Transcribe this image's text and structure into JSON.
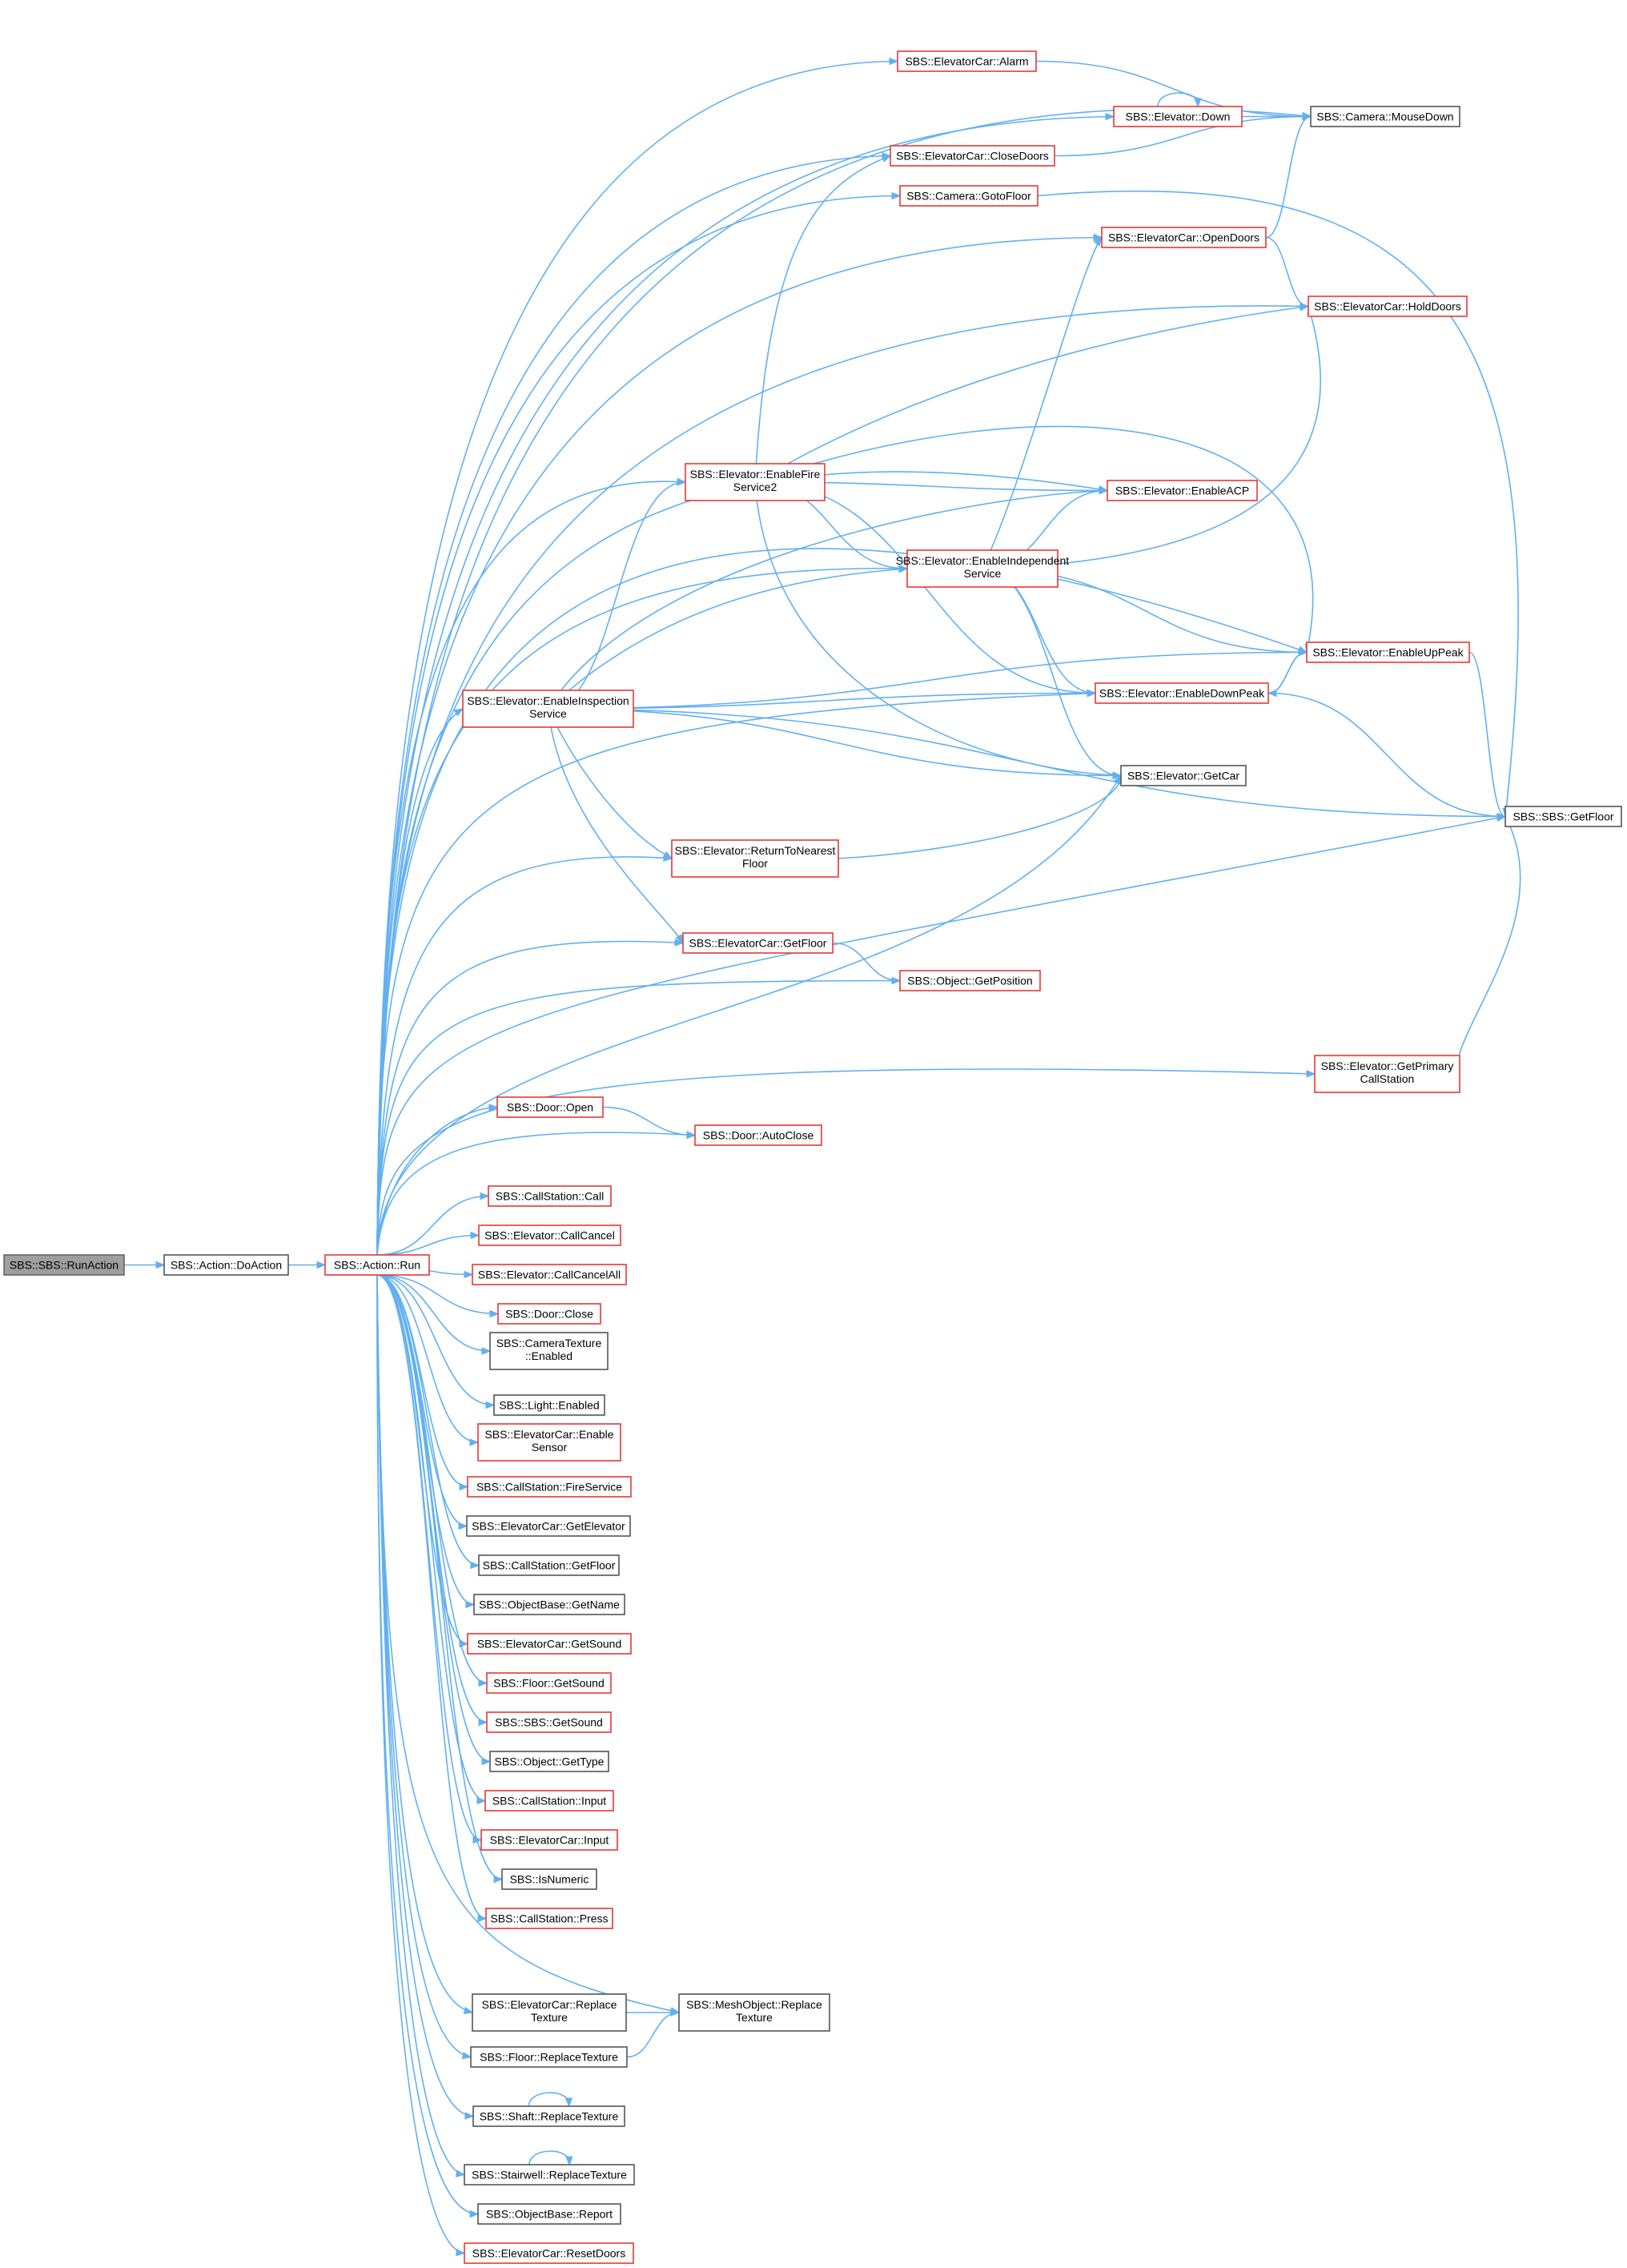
{
  "nodes": [
    {
      "id": "runaction",
      "lines": [
        "SBS::SBS::RunAction"
      ],
      "style": "root"
    },
    {
      "id": "doaction",
      "lines": [
        "SBS::Action::DoAction"
      ],
      "style": "black"
    },
    {
      "id": "run",
      "lines": [
        "SBS::Action::Run"
      ],
      "style": "red"
    },
    {
      "id": "alarm",
      "lines": [
        "SBS::ElevatorCar::Alarm"
      ],
      "style": "red"
    },
    {
      "id": "down",
      "lines": [
        "SBS::Elevator::Down"
      ],
      "style": "red"
    },
    {
      "id": "mousedown",
      "lines": [
        "SBS::Camera::MouseDown"
      ],
      "style": "black"
    },
    {
      "id": "closedoors",
      "lines": [
        "SBS::ElevatorCar::CloseDoors"
      ],
      "style": "red"
    },
    {
      "id": "gotofloor",
      "lines": [
        "SBS::Camera::GotoFloor"
      ],
      "style": "red"
    },
    {
      "id": "opendoors",
      "lines": [
        "SBS::ElevatorCar::OpenDoors"
      ],
      "style": "red"
    },
    {
      "id": "holddoors",
      "lines": [
        "SBS::ElevatorCar::HoldDoors"
      ],
      "style": "red"
    },
    {
      "id": "enablefire",
      "lines": [
        "SBS::Elevator::EnableFire",
        "Service2"
      ],
      "style": "red"
    },
    {
      "id": "enableacp",
      "lines": [
        "SBS::Elevator::EnableACP"
      ],
      "style": "red"
    },
    {
      "id": "enableindep",
      "lines": [
        "SBS::Elevator::EnableIndependent",
        "Service"
      ],
      "style": "red"
    },
    {
      "id": "enableuppeak",
      "lines": [
        "SBS::Elevator::EnableUpPeak"
      ],
      "style": "red"
    },
    {
      "id": "enableinspection",
      "lines": [
        "SBS::Elevator::EnableInspection",
        "Service"
      ],
      "style": "red"
    },
    {
      "id": "enabledownpeak",
      "lines": [
        "SBS::Elevator::EnableDownPeak"
      ],
      "style": "red"
    },
    {
      "id": "getcar",
      "lines": [
        "SBS::Elevator::GetCar"
      ],
      "style": "black"
    },
    {
      "id": "sbsgetfloor",
      "lines": [
        "SBS::SBS::GetFloor"
      ],
      "style": "black"
    },
    {
      "id": "returnnearest",
      "lines": [
        "SBS::Elevator::ReturnToNearest",
        "Floor"
      ],
      "style": "red"
    },
    {
      "id": "cargetfloor",
      "lines": [
        "SBS::ElevatorCar::GetFloor"
      ],
      "style": "red"
    },
    {
      "id": "getposition",
      "lines": [
        "SBS::Object::GetPosition"
      ],
      "style": "red"
    },
    {
      "id": "getprimary",
      "lines": [
        "SBS::Elevator::GetPrimary",
        "CallStation"
      ],
      "style": "red"
    },
    {
      "id": "dooropen",
      "lines": [
        "SBS::Door::Open"
      ],
      "style": "red"
    },
    {
      "id": "autoclose",
      "lines": [
        "SBS::Door::AutoClose"
      ],
      "style": "red"
    },
    {
      "id": "csCall",
      "lines": [
        "SBS::CallStation::Call"
      ],
      "style": "red"
    },
    {
      "id": "callcancel",
      "lines": [
        "SBS::Elevator::CallCancel"
      ],
      "style": "red"
    },
    {
      "id": "callcancelall",
      "lines": [
        "SBS::Elevator::CallCancelAll"
      ],
      "style": "red"
    },
    {
      "id": "doorclose",
      "lines": [
        "SBS::Door::Close"
      ],
      "style": "red"
    },
    {
      "id": "camtex",
      "lines": [
        "SBS::CameraTexture",
        "::Enabled"
      ],
      "style": "black"
    },
    {
      "id": "lightenabled",
      "lines": [
        "SBS::Light::Enabled"
      ],
      "style": "black"
    },
    {
      "id": "enablesensor",
      "lines": [
        "SBS::ElevatorCar::Enable",
        "Sensor"
      ],
      "style": "red"
    },
    {
      "id": "fireservice",
      "lines": [
        "SBS::CallStation::FireService"
      ],
      "style": "red"
    },
    {
      "id": "getelevator",
      "lines": [
        "SBS::ElevatorCar::GetElevator"
      ],
      "style": "black"
    },
    {
      "id": "csgetfloor",
      "lines": [
        "SBS::CallStation::GetFloor"
      ],
      "style": "black"
    },
    {
      "id": "getname",
      "lines": [
        "SBS::ObjectBase::GetName"
      ],
      "style": "black"
    },
    {
      "id": "cargetsound",
      "lines": [
        "SBS::ElevatorCar::GetSound"
      ],
      "style": "red"
    },
    {
      "id": "floorgetsound",
      "lines": [
        "SBS::Floor::GetSound"
      ],
      "style": "red"
    },
    {
      "id": "sbsgetsound",
      "lines": [
        "SBS::SBS::GetSound"
      ],
      "style": "red"
    },
    {
      "id": "gettype",
      "lines": [
        "SBS::Object::GetType"
      ],
      "style": "black"
    },
    {
      "id": "csinput",
      "lines": [
        "SBS::CallStation::Input"
      ],
      "style": "red"
    },
    {
      "id": "carinput",
      "lines": [
        "SBS::ElevatorCar::Input"
      ],
      "style": "red"
    },
    {
      "id": "isnumeric",
      "lines": [
        "SBS::IsNumeric"
      ],
      "style": "black"
    },
    {
      "id": "cspress",
      "lines": [
        "SBS::CallStation::Press"
      ],
      "style": "red"
    },
    {
      "id": "carreplace",
      "lines": [
        "SBS::ElevatorCar::Replace",
        "Texture"
      ],
      "style": "black"
    },
    {
      "id": "meshreplace",
      "lines": [
        "SBS::MeshObject::Replace",
        "Texture"
      ],
      "style": "black"
    },
    {
      "id": "floorreplace",
      "lines": [
        "SBS::Floor::ReplaceTexture"
      ],
      "style": "black"
    },
    {
      "id": "shaftreplace",
      "lines": [
        "SBS::Shaft::ReplaceTexture"
      ],
      "style": "black"
    },
    {
      "id": "stairreplace",
      "lines": [
        "SBS::Stairwell::ReplaceTexture"
      ],
      "style": "black"
    },
    {
      "id": "report",
      "lines": [
        "SBS::ObjectBase::Report"
      ],
      "style": "black"
    },
    {
      "id": "resetdoors",
      "lines": [
        "SBS::ElevatorCar::ResetDoors"
      ],
      "style": "red"
    }
  ],
  "edges": [
    [
      "runaction",
      "doaction"
    ],
    [
      "doaction",
      "run"
    ],
    [
      "run",
      "mousedown"
    ],
    [
      "run",
      "alarm"
    ],
    [
      "run",
      "down"
    ],
    [
      "run",
      "closedoors"
    ],
    [
      "run",
      "gotofloor"
    ],
    [
      "run",
      "opendoors"
    ],
    [
      "run",
      "holddoors"
    ],
    [
      "run",
      "enableuppeak"
    ],
    [
      "run",
      "enableacp"
    ],
    [
      "run",
      "enablefire"
    ],
    [
      "run",
      "enableindep"
    ],
    [
      "run",
      "enableinspection"
    ],
    [
      "run",
      "enabledownpeak"
    ],
    [
      "run",
      "returnnearest"
    ],
    [
      "run",
      "getcar"
    ],
    [
      "run",
      "cargetfloor"
    ],
    [
      "run",
      "getposition"
    ],
    [
      "run",
      "sbsgetfloor"
    ],
    [
      "run",
      "getprimary"
    ],
    [
      "run",
      "dooropen"
    ],
    [
      "run",
      "autoclose"
    ],
    [
      "run",
      "csCall"
    ],
    [
      "run",
      "callcancel"
    ],
    [
      "run",
      "callcancelall"
    ],
    [
      "run",
      "doorclose"
    ],
    [
      "run",
      "camtex"
    ],
    [
      "run",
      "lightenabled"
    ],
    [
      "run",
      "enablesensor"
    ],
    [
      "run",
      "fireservice"
    ],
    [
      "run",
      "getelevator"
    ],
    [
      "run",
      "csgetfloor"
    ],
    [
      "run",
      "getname"
    ],
    [
      "run",
      "cargetsound"
    ],
    [
      "run",
      "floorgetsound"
    ],
    [
      "run",
      "sbsgetsound"
    ],
    [
      "run",
      "gettype"
    ],
    [
      "run",
      "csinput"
    ],
    [
      "run",
      "carinput"
    ],
    [
      "run",
      "isnumeric"
    ],
    [
      "run",
      "cspress"
    ],
    [
      "run",
      "meshreplace"
    ],
    [
      "run",
      "carreplace"
    ],
    [
      "run",
      "floorreplace"
    ],
    [
      "run",
      "shaftreplace"
    ],
    [
      "run",
      "stairreplace"
    ],
    [
      "run",
      "report"
    ],
    [
      "run",
      "resetdoors"
    ],
    [
      "alarm",
      "mousedown"
    ],
    [
      "down",
      "down"
    ],
    [
      "down",
      "mousedown"
    ],
    [
      "closedoors",
      "mousedown"
    ],
    [
      "gotofloor",
      "sbsgetfloor"
    ],
    [
      "opendoors",
      "mousedown"
    ],
    [
      "opendoors",
      "holddoors"
    ],
    [
      "enablefire",
      "closedoors"
    ],
    [
      "enablefire",
      "holddoors"
    ],
    [
      "enablefire",
      "enableacp"
    ],
    [
      "enablefire",
      "enableindep"
    ],
    [
      "enablefire",
      "enableuppeak"
    ],
    [
      "enablefire",
      "enabledownpeak"
    ],
    [
      "enablefire",
      "getcar"
    ],
    [
      "enableindep",
      "opendoors"
    ],
    [
      "enableindep",
      "holddoors"
    ],
    [
      "enableindep",
      "enableacp"
    ],
    [
      "enableindep",
      "enableuppeak"
    ],
    [
      "enableindep",
      "enabledownpeak"
    ],
    [
      "enableindep",
      "getcar"
    ],
    [
      "enableinspection",
      "enablefire"
    ],
    [
      "enableinspection",
      "enableacp"
    ],
    [
      "enableinspection",
      "enableindep"
    ],
    [
      "enableinspection",
      "enableuppeak"
    ],
    [
      "enableinspection",
      "enabledownpeak"
    ],
    [
      "enableinspection",
      "getcar"
    ],
    [
      "enableinspection",
      "sbsgetfloor"
    ],
    [
      "enableinspection",
      "returnnearest"
    ],
    [
      "enableinspection",
      "cargetfloor"
    ],
    [
      "enableuppeak",
      "enabledownpeak"
    ],
    [
      "enableuppeak",
      "sbsgetfloor"
    ],
    [
      "enabledownpeak",
      "enableuppeak"
    ],
    [
      "enabledownpeak",
      "sbsgetfloor"
    ],
    [
      "returnnearest",
      "getcar"
    ],
    [
      "cargetfloor",
      "getposition"
    ],
    [
      "getprimary",
      "sbsgetfloor"
    ],
    [
      "dooropen",
      "autoclose"
    ],
    [
      "carreplace",
      "meshreplace"
    ],
    [
      "floorreplace",
      "meshreplace"
    ],
    [
      "shaftreplace",
      "shaftreplace"
    ],
    [
      "stairreplace",
      "stairreplace"
    ]
  ]
}
